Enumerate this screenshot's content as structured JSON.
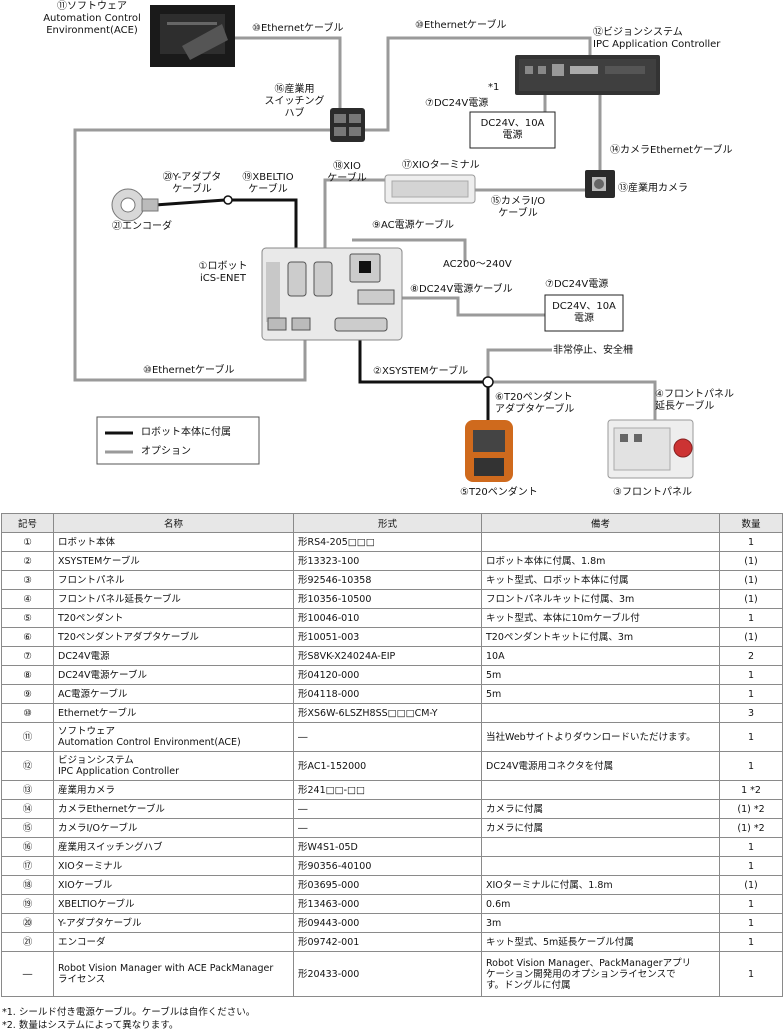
{
  "diagram": {
    "software_label": "⑪ソフトウェア\nAutomation Control\nEnvironment(ACE)",
    "eth_cable_label_1": "⑩Ethernetケーブル",
    "eth_cable_label_2": "⑩Ethernetケーブル",
    "eth_cable_label_3": "⑩Ethernetケーブル",
    "vision_label": "⑫ビジョンシステム\nIPC Application Controller",
    "note_star1": "*1",
    "dc24v_label_1": "⑦DC24V電源",
    "dc24v_box_1": "DC24V、10A\n電源",
    "switching_hub_label": "⑯産業用\nスイッチング\nハブ",
    "camera_eth_label": "⑭カメラEthernetケーブル",
    "xio_cable_label": "⑱XIO\nケーブル",
    "xio_terminal_label": "⑰XIOターミナル",
    "y_adapter_label": "⑳Y-アダプタ\nケーブル",
    "xbeltio_label": "⑲XBELTIO\nケーブル",
    "camera_label": "⑬産業用カメラ",
    "camera_io_label": "⑮カメラI/O\nケーブル",
    "encoder_label": "㉑エンコーダ",
    "ac_cable_label": "⑨AC電源ケーブル",
    "robot_label": "①ロボット\niCS-ENET",
    "ac_voltage_label": "AC200～240V",
    "dc24v_label_2": "⑦DC24V電源",
    "dc24v_cable_label": "⑧DC24V電源ケーブル",
    "dc24v_box_2": "DC24V、10A\n電源",
    "estop_label": "非常停止、安全柵",
    "xsystem_label": "②XSYSTEMケーブル",
    "t20_adapter_label": "⑥T20ペンダント\nアダプタケーブル",
    "front_ext_label": "④フロントパネル\n延長ケーブル",
    "t20_pendant_label": "⑤T20ペンダント",
    "front_panel_label": "③フロントパネル",
    "legend_included": "ロボット本体に付属",
    "legend_option": "オプション",
    "color_included": "#111111",
    "color_option": "#9a9a9a"
  },
  "table": {
    "headers": [
      "記号",
      "名称",
      "形式",
      "備考",
      "数量"
    ],
    "rows": [
      {
        "no": "①",
        "name": "ロボット本体",
        "type": "形RS4-205□□□",
        "note": "",
        "qty": "1"
      },
      {
        "no": "②",
        "name": "XSYSTEMケーブル",
        "type": "形13323-100",
        "note": "ロボット本体に付属、1.8m",
        "qty": "(1)"
      },
      {
        "no": "③",
        "name": "フロントパネル",
        "type": "形92546-10358",
        "note": "キット型式、ロボット本体に付属",
        "qty": "(1)"
      },
      {
        "no": "④",
        "name": "フロントパネル延長ケーブル",
        "type": "形10356-10500",
        "note": "フロントパネルキットに付属、3m",
        "qty": "(1)"
      },
      {
        "no": "⑤",
        "name": "T20ペンダント",
        "type": "形10046-010",
        "note": "キット型式、本体に10mケーブル付",
        "qty": "1"
      },
      {
        "no": "⑥",
        "name": "T20ペンダントアダプタケーブル",
        "type": "形10051-003",
        "note": "T20ペンダントキットに付属、3m",
        "qty": "(1)"
      },
      {
        "no": "⑦",
        "name": "DC24V電源",
        "type": "形S8VK-X24024A-EIP",
        "note": "10A",
        "qty": "2"
      },
      {
        "no": "⑧",
        "name": "DC24V電源ケーブル",
        "type": "形04120-000",
        "note": "5m",
        "qty": "1"
      },
      {
        "no": "⑨",
        "name": "AC電源ケーブル",
        "type": "形04118-000",
        "note": "5m",
        "qty": "1"
      },
      {
        "no": "⑩",
        "name": "Ethernetケーブル",
        "type": "形XS6W-6LSZH8SS□□□CM-Y",
        "note": "",
        "qty": "3"
      },
      {
        "no": "⑪",
        "name": "ソフトウェア\nAutomation Control Environment(ACE)",
        "type": "―",
        "note": "当社Webサイトよりダウンロードいただけます。",
        "qty": "1"
      },
      {
        "no": "⑫",
        "name": "ビジョンシステム\nIPC Application Controller",
        "type": "形AC1-152000",
        "note": "DC24V電源用コネクタを付属",
        "qty": "1"
      },
      {
        "no": "⑬",
        "name": "産業用カメラ",
        "type": "形241□□-□□",
        "note": "",
        "qty": "1 *2"
      },
      {
        "no": "⑭",
        "name": "カメラEthernetケーブル",
        "type": "―",
        "note": "カメラに付属",
        "qty": "(1) *2"
      },
      {
        "no": "⑮",
        "name": "カメラI/Oケーブル",
        "type": "―",
        "note": "カメラに付属",
        "qty": "(1) *2"
      },
      {
        "no": "⑯",
        "name": "産業用スイッチングハブ",
        "type": "形W4S1-05D",
        "note": "",
        "qty": "1"
      },
      {
        "no": "⑰",
        "name": "XIOターミナル",
        "type": "形90356-40100",
        "note": "",
        "qty": "1"
      },
      {
        "no": "⑱",
        "name": "XIOケーブル",
        "type": "形03695-000",
        "note": "XIOターミナルに付属、1.8m",
        "qty": "(1)"
      },
      {
        "no": "⑲",
        "name": "XBELTIOケーブル",
        "type": "形13463-000",
        "note": "0.6m",
        "qty": "1"
      },
      {
        "no": "⑳",
        "name": "Y-アダプタケーブル",
        "type": "形09443-000",
        "note": "3m",
        "qty": "1"
      },
      {
        "no": "㉑",
        "name": "エンコーダ",
        "type": "形09742-001",
        "note": "キット型式、5m延長ケーブル付属",
        "qty": "1"
      },
      {
        "no": "―",
        "name": "Robot Vision Manager with ACE PackManager\nライセンス",
        "type": "形20433-000",
        "note": "Robot Vision Manager、PackManagerアプリ\nケーション開発用のオプションライセンスで\nす。ドングルに付属",
        "qty": "1"
      }
    ]
  },
  "footnotes": [
    "*1. シールド付き電源ケーブル。ケーブルは自作ください。",
    "*2. 数量はシステムによって異なります。"
  ]
}
